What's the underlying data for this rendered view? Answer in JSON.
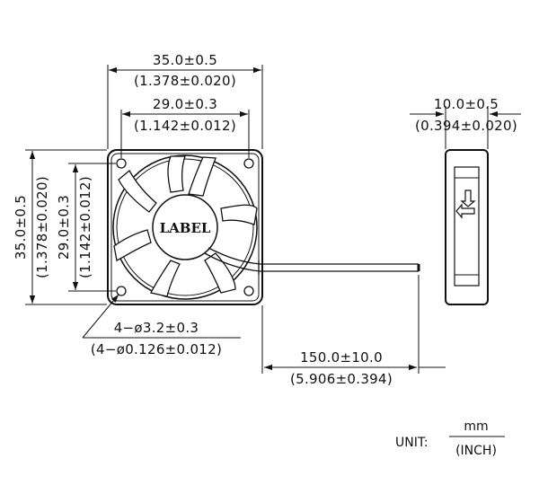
{
  "front_view": {
    "label_text": "LABEL",
    "outer_width": {
      "nominal": "35.0±0.5",
      "inch": "(1.378±0.020)"
    },
    "hole_spacing_width": {
      "nominal": "29.0±0.3",
      "inch": "(1.142±0.012)"
    },
    "outer_height": {
      "nominal": "35.0±0.5",
      "inch": "(1.378±0.020)"
    },
    "hole_spacing_height": {
      "nominal": "29.0±0.3",
      "inch": "(1.142±0.012)"
    },
    "mounting_holes": {
      "nominal": "4−ø3.2±0.3",
      "inch": "(4−ø0.126±0.012)"
    },
    "lead_length": {
      "nominal": "150.0±10.0",
      "inch": "(5.906±0.394)"
    }
  },
  "side_view": {
    "depth": {
      "nominal": "10.0±0.5",
      "inch": "(0.394±0.020)"
    },
    "airflow_arrow_icon": "airflow-arrow-icon"
  },
  "units": {
    "prefix": "UNIT:",
    "primary": "mm",
    "secondary": "(INCH)"
  }
}
